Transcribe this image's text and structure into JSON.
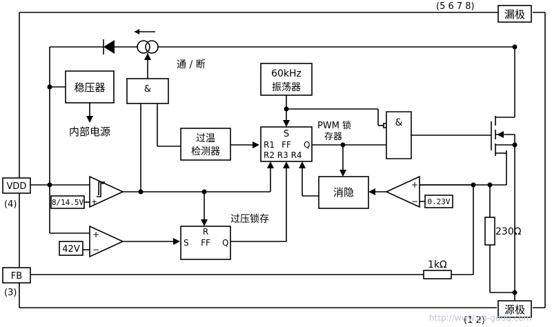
{
  "pins": {
    "drain_numbers": "(5 6 7 8)",
    "drain": "漏极",
    "source": "源极",
    "source_number": "(1 2)",
    "vdd": "VDD",
    "vdd_number": "(4)",
    "fb": "FB",
    "fb_number": "(3)"
  },
  "blocks": {
    "regulator": "稳压器",
    "internal_supply": "内部电源",
    "on_off": "通 / 断",
    "and_top": "&",
    "oscillator_line1": "60kHz",
    "oscillator_line2": "振荡器",
    "overtemp_line1": "过温",
    "overtemp_line2": "检测器",
    "ff_s": "S",
    "ff_label": "FF",
    "ff_q": "Q",
    "ff_r_row1": "R1",
    "ff_r_row2": "R2  R3  R4",
    "pwm_line1": "PWM 锁",
    "pwm_line2": "存器",
    "and_gate": "&",
    "blanking": "消隐",
    "overvoltage_latch": "过压锁存",
    "ov_r": "R",
    "ov_ff": "FF",
    "ov_s": "S",
    "ov_q": "Q"
  },
  "values": {
    "hysteresis": "8/14.5V",
    "ref_42v": "42V",
    "ref_023v": "0.23V",
    "r_230": "230Ω",
    "r_1k": "1kΩ"
  },
  "comparators": {
    "plus": "+",
    "minus": "−"
  },
  "watermark": "http://www.go-gddq.com"
}
